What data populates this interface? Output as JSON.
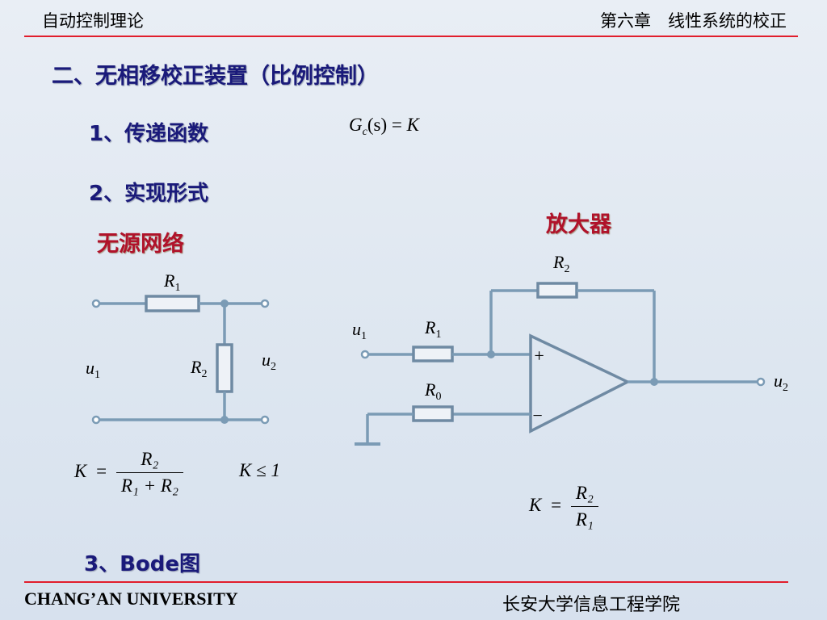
{
  "header": {
    "course": "自动控制理论",
    "chapter": "第六章　线性系统的校正"
  },
  "section": {
    "title": "二、无相移校正装置（比例控制）",
    "item1": "1、传递函数",
    "item2": "2、实现形式",
    "item3": "3、Bode图"
  },
  "transfer_fn": {
    "lhs": "G",
    "sub": "c",
    "arg": "(s)",
    "eq": "=",
    "rhs": "K"
  },
  "passive": {
    "label": "无源网络",
    "r1": "R",
    "r1_sub": "1",
    "r2": "R",
    "r2_sub": "2",
    "u1": "u",
    "u1_sub": "1",
    "u2": "u",
    "u2_sub": "2",
    "formula": {
      "lhs": "K",
      "eq": "=",
      "num": "R₂",
      "den": "R₁ + R₂"
    },
    "constraint": "K ≤ 1"
  },
  "amplifier": {
    "label": "放大器",
    "r2": "R",
    "r2_sub": "2",
    "r1": "R",
    "r1_sub": "1",
    "r0": "R",
    "r0_sub": "0",
    "u1": "u",
    "u1_sub": "1",
    "u2": "u",
    "u2_sub": "2",
    "plus": "+",
    "minus": "−",
    "formula": {
      "lhs": "K",
      "eq": "=",
      "num": "R₂",
      "den": "R₁"
    }
  },
  "footer": {
    "left": "CHANG’AN UNIVERSITY",
    "right": "长安大学信息工程学院"
  },
  "colors": {
    "wire": "#7b9bb5",
    "accent_red": "#e11d2c",
    "heading": "#1a1a7a",
    "label_red": "#b0122a"
  }
}
